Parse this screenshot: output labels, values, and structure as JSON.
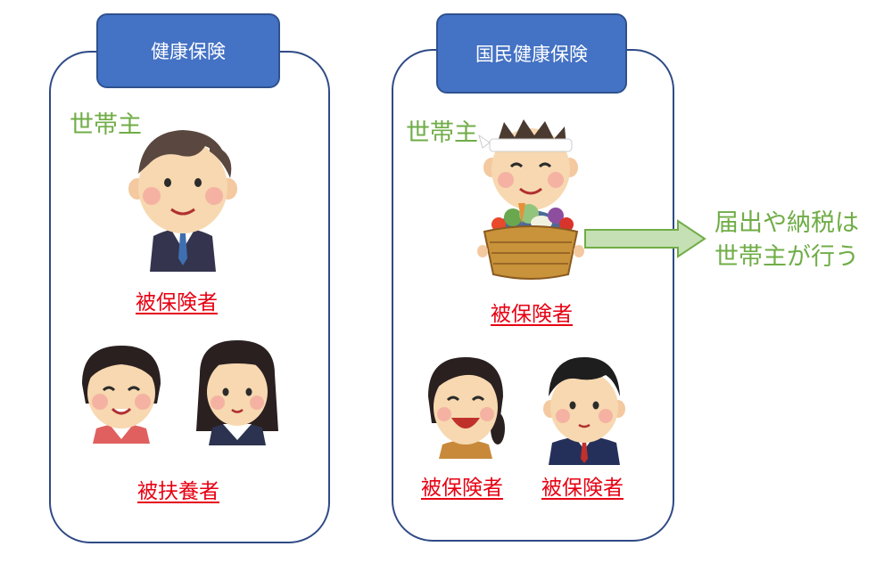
{
  "left_panel": {
    "title": "健康保険",
    "head_label": "世帯主",
    "insured_label": "被保険者",
    "dependent_label": "被扶養者"
  },
  "right_panel": {
    "title": "国民健康保険",
    "head_label": "世帯主",
    "insured_label": "被保険者",
    "member1_label": "被保険者",
    "member2_label": "被保険者"
  },
  "note": {
    "line1": "届出や納税は",
    "line2": "世帯主が行う"
  },
  "colors": {
    "panel_border": "#2f4a86",
    "title_fill": "#4472c4",
    "green_text": "#70ad47",
    "red_text": "#e60012",
    "arrow_fill": "#c5e0b4",
    "arrow_stroke": "#70ad47"
  }
}
